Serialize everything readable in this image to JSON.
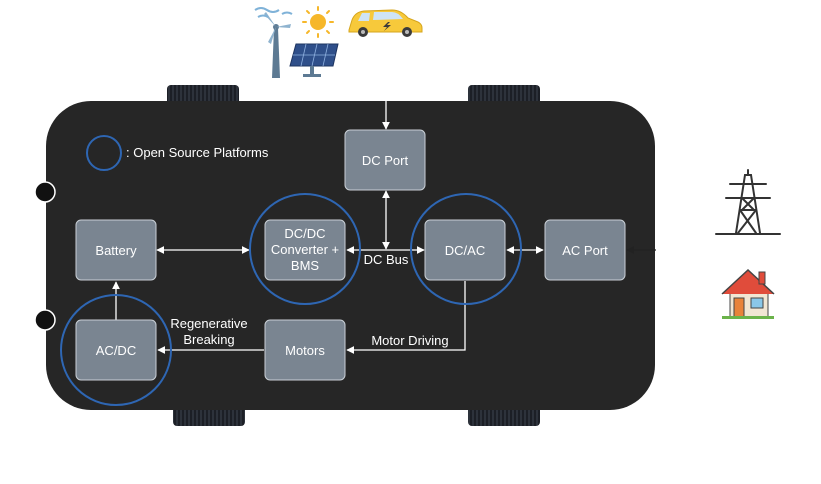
{
  "legend": {
    "text": ": Open Source Platforms",
    "circle_color": "#2e66b3"
  },
  "blocks": {
    "dc_port": "DC Port",
    "battery": "Battery",
    "dcdc": [
      "DC/DC",
      "Converter +",
      "BMS"
    ],
    "dcac": "DC/AC",
    "ac_port": "AC Port",
    "acdc": "AC/DC",
    "motors": "Motors"
  },
  "edge_labels": {
    "dc_bus": "DC Bus",
    "regen": [
      "Regenerative",
      "Breaking"
    ],
    "motor_driving": "Motor Driving"
  },
  "icons": {
    "wind": "wind-turbine-icon",
    "sun": "sun-icon",
    "solar": "solar-panel-icon",
    "ev": "electric-car-icon",
    "tower": "power-tower-icon",
    "house": "house-icon"
  },
  "colors": {
    "car_body": "#262626",
    "block_fill": "#7a8591",
    "block_stroke": "#c9cfd6",
    "arrow": "#ffffff",
    "highlight": "#2e66b3"
  }
}
